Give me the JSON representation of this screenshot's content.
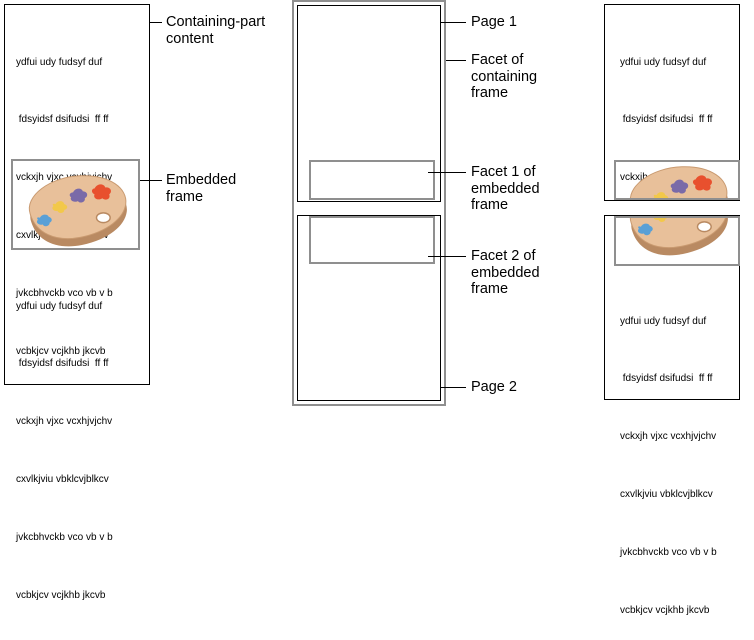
{
  "text_block_lines": [
    "ydfui udy fudsyf duf",
    " fdsyidsf dsifudsi  ff ff",
    "vckxjh vjxc vcxhjvjchv",
    "cxvlkjviu vbklcvjblkcv",
    "jvkcbhvckb vco vb v b",
    "vcbkjcv vcjkhb jkcvb"
  ],
  "labels": {
    "containing_part_content": "Containing-part\ncontent",
    "embedded_frame": "Embedded\nframe",
    "page_1": "Page 1",
    "facet_containing": "Facet of\ncontaining\nframe",
    "facet_1": "Facet 1 of\nembedded\nframe",
    "facet_2": "Facet 2 of\nembedded\nframe",
    "page_2": "Page 2"
  },
  "icons": {
    "embedded_image": "paint-palette-icon"
  },
  "colors": {
    "palette_wood": "#e8c09a",
    "palette_shadow": "#b98a62",
    "paint_red": "#e8502e",
    "paint_purple": "#7a6aa8",
    "paint_yellow": "#f2c84a",
    "paint_blue": "#5aa0d6",
    "frame_gray": "#8f8f8f"
  }
}
